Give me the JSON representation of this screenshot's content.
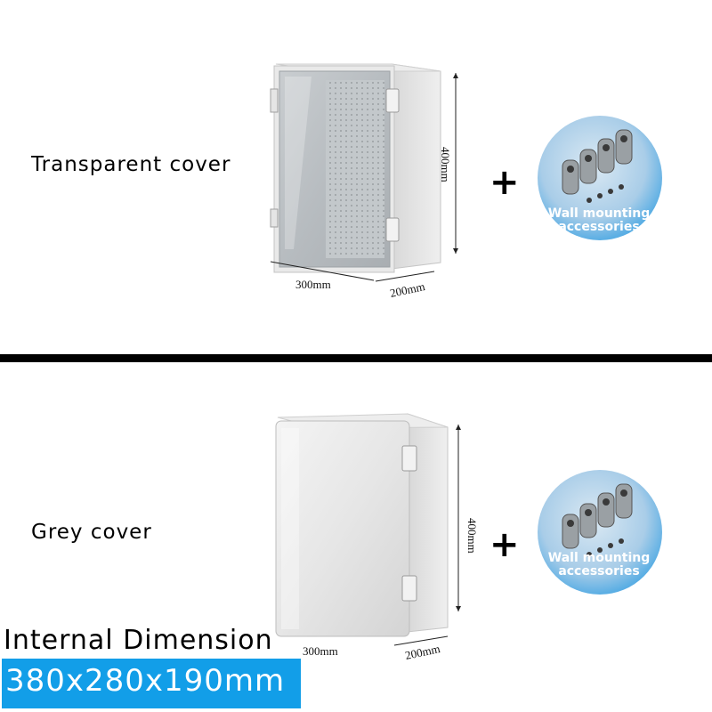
{
  "top": {
    "label": "Transparent cover",
    "height_label": "400mm",
    "width_label": "300mm",
    "depth_label": "200mm",
    "plus": "+",
    "accessory_line1": "Wall mounting",
    "accessory_line2": "accessories"
  },
  "bottom": {
    "label": "Grey cover",
    "height_label": "400mm",
    "width_label": "300mm",
    "depth_label": "200mm",
    "plus": "+",
    "accessory_line1": "Wall mounting",
    "accessory_line2": "accessories"
  },
  "internal": {
    "title": "Internal Dimension",
    "value": "380x280x190mm"
  },
  "colors": {
    "accent": "#129ee8",
    "badge_blue": "#5aaee4"
  }
}
